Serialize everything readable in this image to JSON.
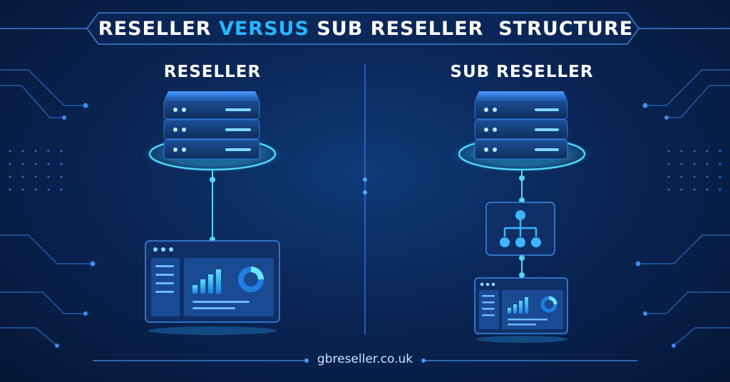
{
  "title": {
    "part1": "RESELLER ",
    "highlight": "VERSUS",
    "part2": " SUB RESELLER  STRUCTURE"
  },
  "left_section": {
    "heading": "RESELLER"
  },
  "right_section": {
    "heading": "SUB RESELLER"
  },
  "footer": {
    "website": "gbreseller.co.uk"
  },
  "icons": [
    "server-stack-icon",
    "dashboard-window-icon",
    "hierarchy-icon",
    "bar-chart-icon",
    "donut-chart-icon"
  ],
  "colors": {
    "accent": "#27b6ff",
    "background": "#0a2656",
    "glow": "#3fd2ff"
  }
}
